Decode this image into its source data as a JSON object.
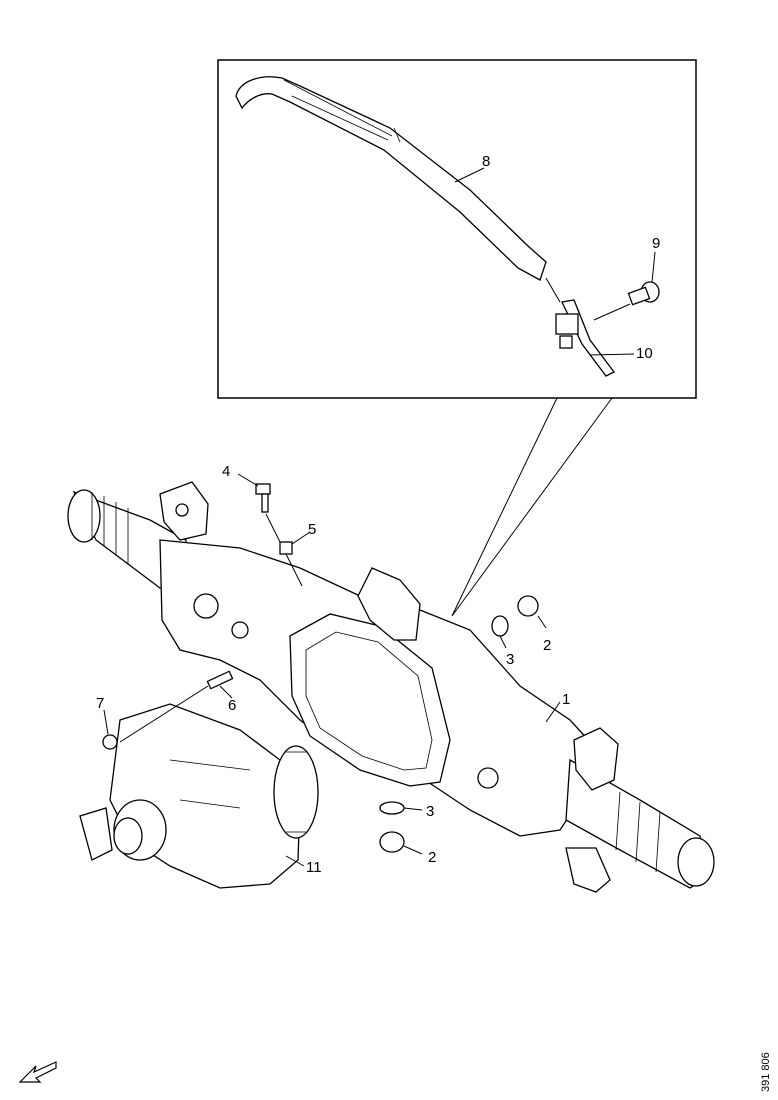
{
  "callouts": {
    "c1": "1",
    "c2a": "2",
    "c2b": "2",
    "c3a": "3",
    "c3b": "3",
    "c4": "4",
    "c5": "5",
    "c6": "6",
    "c7": "7",
    "c8": "8",
    "c9": "9",
    "c10": "10",
    "c11": "11"
  },
  "reference_number": "391 806"
}
